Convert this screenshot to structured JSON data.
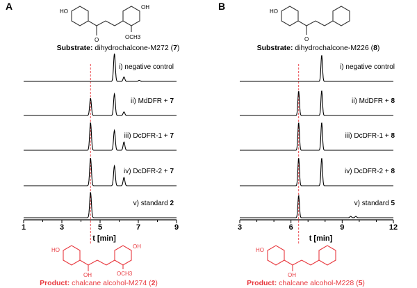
{
  "panels": [
    {
      "letter": "A",
      "substrate_bold": "Substrate:",
      "substrate_name": "dihydrochalcone-M272 (",
      "substrate_num": "7",
      "substrate_close": ")",
      "product_bold": "Product:",
      "product_name": "chalcane alcohol-M274 (",
      "product_num": "2",
      "product_close": ")",
      "struct_top": {
        "ho": "HO",
        "o": "O",
        "oh": "OH",
        "och3": "OCH3"
      },
      "struct_bottom": {
        "ho": "HO",
        "oh_mid": "OH",
        "oh": "OH",
        "och3": "OCH3"
      }
    },
    {
      "letter": "B",
      "substrate_bold": "Substrate:",
      "substrate_name": "dihydrochalcone-M226 (",
      "substrate_num": "8",
      "substrate_close": ")",
      "product_bold": "Product:",
      "product_name": "chalcane alcohol-M228 (",
      "product_num": "5",
      "product_close": ")",
      "struct_top": {
        "ho": "HO",
        "o": "O"
      },
      "struct_bottom": {
        "ho": "HO",
        "oh_mid": "OH"
      }
    }
  ],
  "colors": {
    "trace": "#000000",
    "product": "#e8393f",
    "dash": "#e8393f"
  },
  "chart_data": [
    {
      "type": "line",
      "panel": "A",
      "xlabel": "t [min]",
      "xlim": [
        1,
        9
      ],
      "xticks": [
        1,
        3,
        5,
        7,
        9
      ],
      "grid": false,
      "product_rt": 4.5,
      "series": [
        {
          "label": "i) negative control",
          "label_bold": "",
          "peaks": [
            [
              5.75,
              1.0
            ],
            [
              6.25,
              0.16
            ],
            [
              7.05,
              0.04
            ]
          ]
        },
        {
          "label": "ii) MdDFR + ",
          "label_bold": "7",
          "peaks": [
            [
              4.5,
              0.62
            ],
            [
              5.75,
              0.78
            ],
            [
              6.25,
              0.13
            ]
          ]
        },
        {
          "label": "iii) DcDFR-1 + ",
          "label_bold": "7",
          "peaks": [
            [
              4.5,
              1.0
            ],
            [
              5.75,
              0.72
            ],
            [
              6.25,
              0.3
            ]
          ]
        },
        {
          "label": "iv) DcDFR-2 + ",
          "label_bold": "7",
          "peaks": [
            [
              4.5,
              1.0
            ],
            [
              5.75,
              0.72
            ],
            [
              6.25,
              0.3
            ]
          ]
        },
        {
          "label": "v) standard ",
          "label_bold": "2",
          "peaks": [
            [
              4.5,
              0.92
            ]
          ]
        }
      ]
    },
    {
      "type": "line",
      "panel": "B",
      "xlabel": "t [min]",
      "xlim": [
        3,
        12
      ],
      "xticks": [
        3,
        6,
        9,
        12
      ],
      "grid": false,
      "product_rt": 6.45,
      "series": [
        {
          "label": "i) negative control",
          "label_bold": "",
          "peaks": [
            [
              7.8,
              0.95
            ]
          ]
        },
        {
          "label": "ii) MdDFR + ",
          "label_bold": "8",
          "peaks": [
            [
              6.45,
              0.88
            ],
            [
              7.8,
              0.9
            ]
          ]
        },
        {
          "label": "iii) DcDFR-1 + ",
          "label_bold": "8",
          "peaks": [
            [
              6.45,
              1.0
            ],
            [
              7.8,
              1.0
            ]
          ]
        },
        {
          "label": "iv) DcDFR-2 + ",
          "label_bold": "8",
          "peaks": [
            [
              6.45,
              1.0
            ],
            [
              7.8,
              1.0
            ]
          ]
        },
        {
          "label": "v) standard ",
          "label_bold": "5",
          "peaks": [
            [
              6.45,
              0.8
            ],
            [
              9.5,
              0.05
            ],
            [
              9.8,
              0.05
            ]
          ]
        }
      ]
    }
  ]
}
